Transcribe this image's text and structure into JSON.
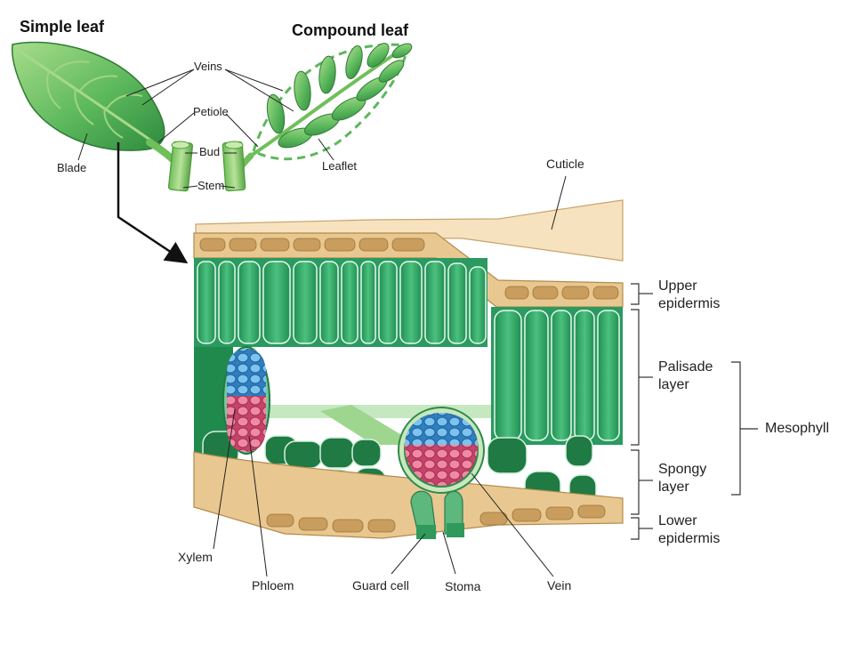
{
  "titles": {
    "simple_leaf": "Simple leaf",
    "compound_leaf": "Compound leaf"
  },
  "labels": {
    "veins": "Veins",
    "petiole": "Petiole",
    "bud": "Bud",
    "stem": "Stem",
    "blade": "Blade",
    "leaflet": "Leaflet",
    "cuticle": "Cuticle",
    "upper_epidermis_1": "Upper",
    "upper_epidermis_2": "epidermis",
    "palisade_1": "Palisade",
    "palisade_2": "layer",
    "spongy_1": "Spongy",
    "spongy_2": "layer",
    "lower_epidermis_1": "Lower",
    "lower_epidermis_2": "epidermis",
    "mesophyll": "Mesophyll",
    "xylem": "Xylem",
    "phloem": "Phloem",
    "guard_cell": "Guard cell",
    "stoma": "Stoma",
    "vein": "Vein"
  },
  "colors": {
    "leaf_green": "#5cb85c",
    "dark_green": "#1f8a4c",
    "palisade_green": "#3aa76d",
    "epidermis_tan": "#e8c890",
    "cuticle_tan": "#f6e2bf",
    "xylem_blue": "#5aa9dd",
    "phloem_pink": "#e06a86"
  }
}
